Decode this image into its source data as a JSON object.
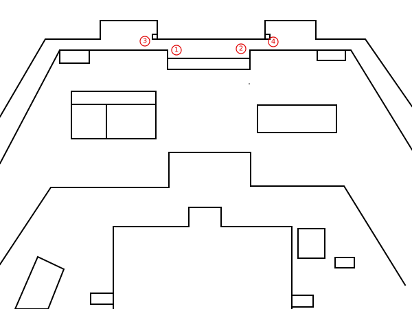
{
  "diagram": {
    "accent_color": "#e00000",
    "line_color": "#000000",
    "markers": [
      {
        "id": "1",
        "label": "1"
      },
      {
        "id": "2",
        "label": "2"
      },
      {
        "id": "3",
        "label": "3"
      },
      {
        "id": "4",
        "label": "4"
      }
    ]
  }
}
